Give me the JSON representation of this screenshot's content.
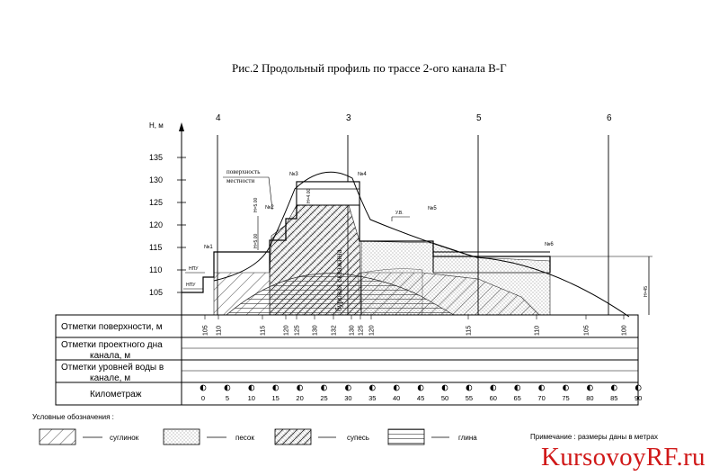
{
  "figure": {
    "title": "Рис.2 Продольный профиль по трассе 2-ого канала В-Г",
    "y_axis_label": "Н, м",
    "y_ticks": [
      "135",
      "130",
      "125",
      "120",
      "115",
      "110",
      "105"
    ],
    "station_labels": [
      "4",
      "3",
      "5",
      "6"
    ]
  },
  "wells": [
    "№1",
    "№2",
    "№3",
    "№4",
    "№5",
    "№6"
  ],
  "annotations": {
    "surface_label_1": "поверхность",
    "surface_label_2": "местности",
    "drill_note": "буровая скважина",
    "water_level": "У.В.",
    "min_water": "НПУ",
    "min_water_2": "НПУ",
    "dim_1": "Н=5.00",
    "dim_2": "Н=5.00",
    "dim_3": "Н=4.00",
    "dim_4": "Н=45"
  },
  "table": {
    "row_labels": [
      "Отметки поверхности, м",
      "Отметки проектного дна",
      "канала, м",
      "Отметки уровней воды в",
      "канале, м",
      "Километраж"
    ],
    "surface_marks": [
      "105",
      "110",
      "115",
      "120",
      "125",
      "130",
      "132",
      "130",
      "125",
      "120",
      "115",
      "110",
      "105",
      "100"
    ],
    "km": [
      "0",
      "5",
      "10",
      "15",
      "20",
      "25",
      "30",
      "35",
      "40",
      "45",
      "50",
      "55",
      "60",
      "65",
      "70",
      "75",
      "80",
      "85",
      "90"
    ]
  },
  "legend": {
    "title": "Условные обозначения :",
    "items": [
      "суглинок",
      "песок",
      "супесь",
      "глина"
    ],
    "note": "Примечание : размеры даны в метрах"
  },
  "watermark": {
    "text": "KursovoyRF",
    "suffix": ".ru"
  }
}
